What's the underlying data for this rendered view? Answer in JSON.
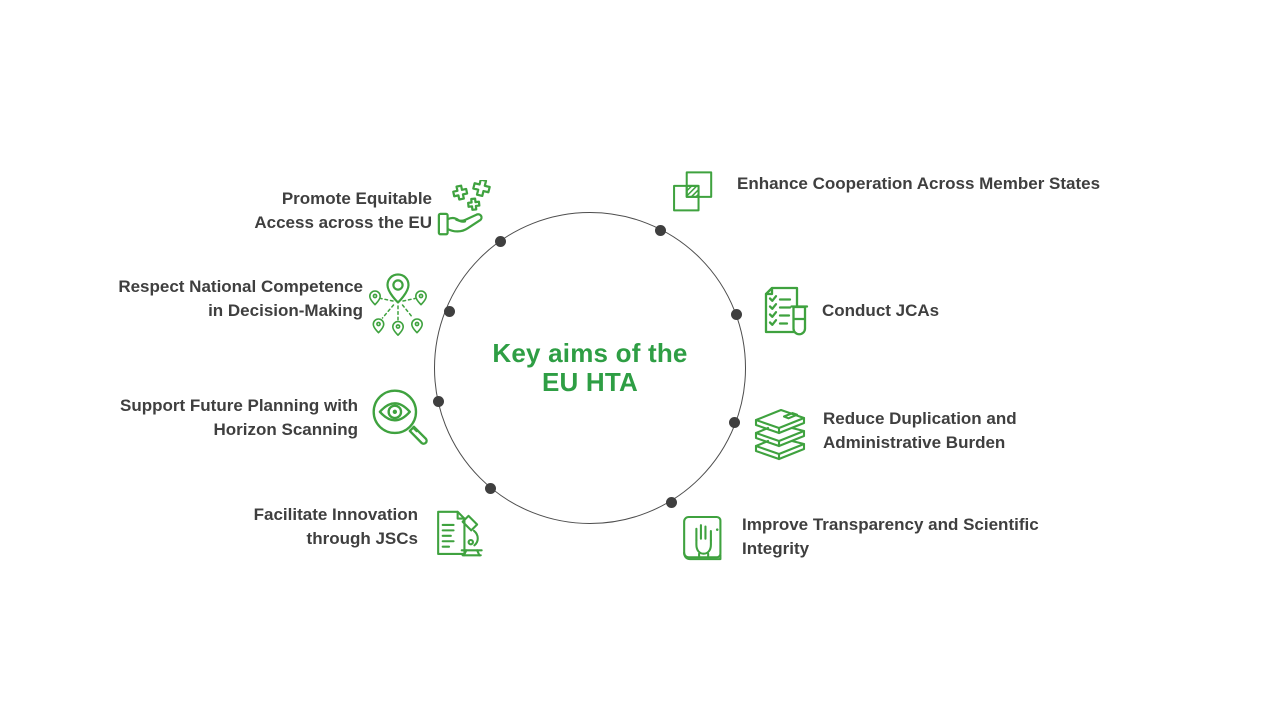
{
  "title": {
    "line1": "Key aims of the",
    "line2": "EU HTA"
  },
  "items": [
    {
      "id": "promote-equitable-access",
      "lines": [
        "Promote Equitable",
        "Access across the EU"
      ],
      "icon": "hand-with-medical-crosses-icon"
    },
    {
      "id": "respect-national-competence",
      "lines": [
        "Respect National Competence",
        "in Decision-Making"
      ],
      "icon": "location-pins-network-icon"
    },
    {
      "id": "support-horizon-scanning",
      "lines": [
        "Support Future Planning with",
        "Horizon Scanning"
      ],
      "icon": "magnifier-eye-icon"
    },
    {
      "id": "facilitate-innovation",
      "lines": [
        "Facilitate Innovation",
        "through JSCs"
      ],
      "icon": "document-microscope-icon"
    },
    {
      "id": "enhance-cooperation",
      "lines": [
        "Enhance Cooperation Across Member States"
      ],
      "icon": "overlapping-squares-icon"
    },
    {
      "id": "conduct-jcas",
      "lines": [
        "Conduct JCAs"
      ],
      "icon": "checklist-test-tube-icon"
    },
    {
      "id": "reduce-duplication",
      "lines": [
        "Reduce Duplication and",
        "Administrative Burden"
      ],
      "icon": "book-stack-icon"
    },
    {
      "id": "improve-transparency",
      "lines": [
        "Improve Transparency and Scientific",
        "Integrity"
      ],
      "icon": "book-oath-hand-icon"
    }
  ],
  "colors": {
    "accent_green": "#2E9E44",
    "icon_green": "#3FA23F",
    "label_gray": "#3F3F3F",
    "circle_gray": "#4D4D4D",
    "dot_gray": "#3F3F3F"
  }
}
